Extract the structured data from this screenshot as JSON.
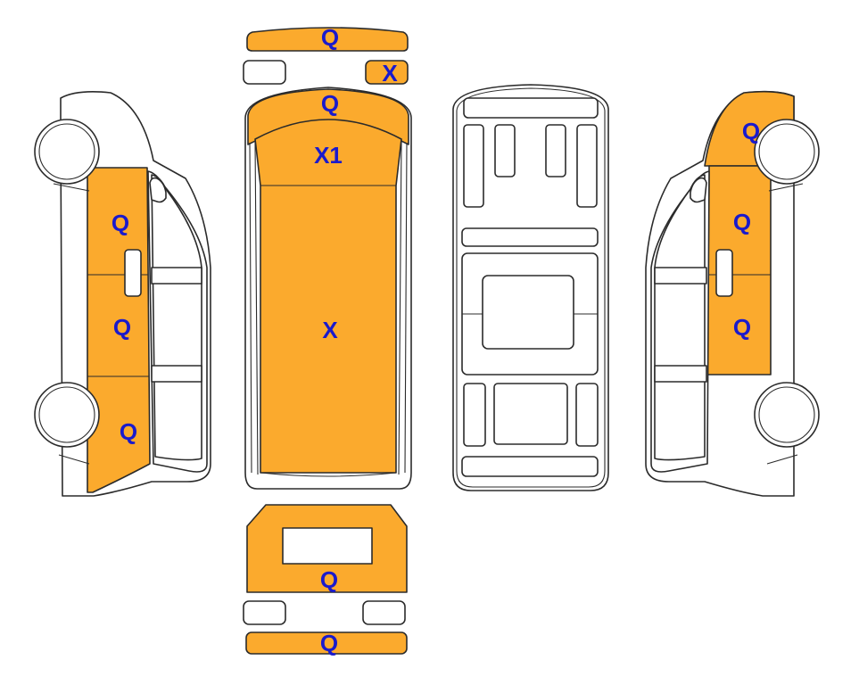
{
  "colors": {
    "damage_fill": "#fbaa2d",
    "outline": "#2b2b2b",
    "label": "#1a1acc",
    "background": "#ffffff"
  },
  "labels": {
    "front_bumper": "Q",
    "right_mirror": "X",
    "bonnet": "Q",
    "windscreen": "X1",
    "roof": "X",
    "rear_door": "Q",
    "rear_bumper": "Q",
    "left_front": "Q",
    "left_middle": "Q",
    "left_rear": "Q",
    "right_front": "Q",
    "right_upper": "Q",
    "right_lower": "Q"
  }
}
